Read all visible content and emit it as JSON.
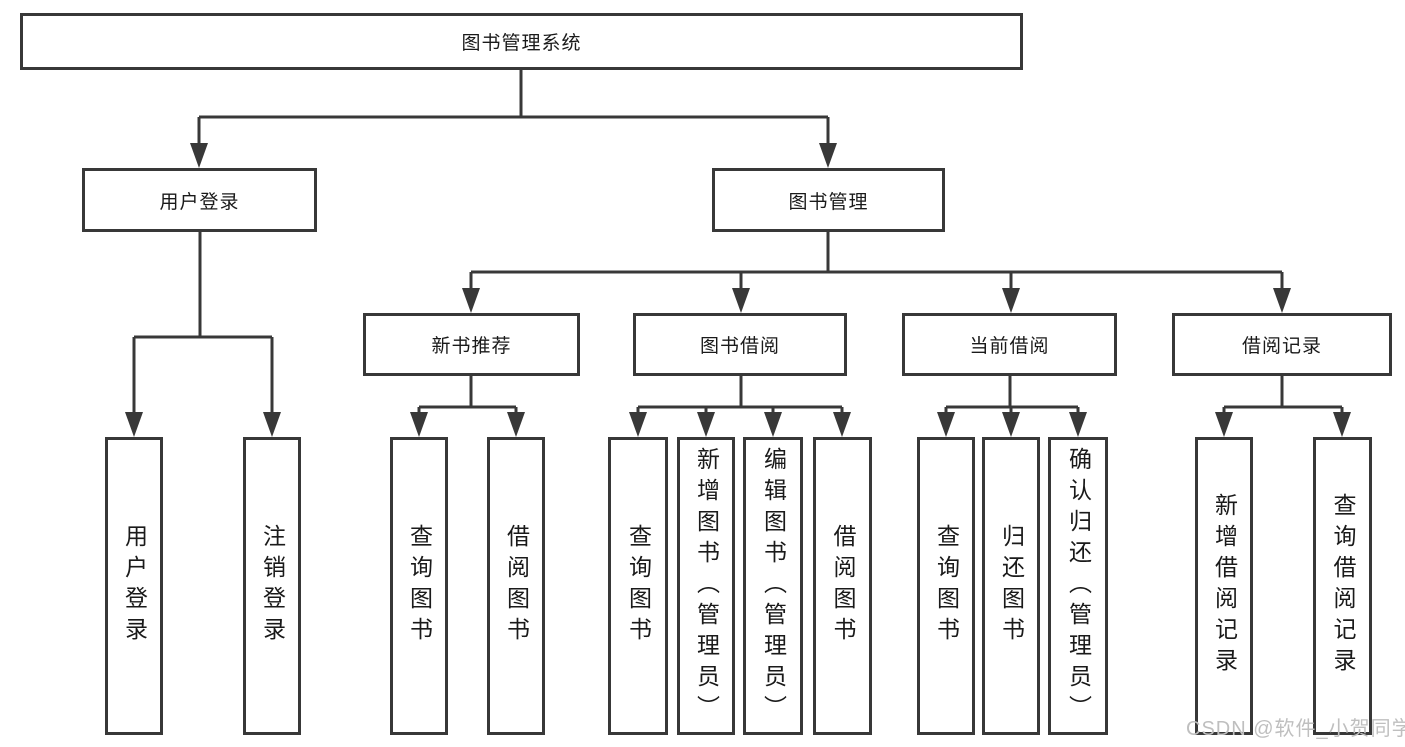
{
  "tree": {
    "root": "图书管理系统",
    "children": [
      {
        "label": "用户登录",
        "children": [
          "用户登录",
          "注销登录"
        ]
      },
      {
        "label": "图书管理",
        "children": [
          {
            "label": "新书推荐",
            "children": [
              "查询图书",
              "借阅图书"
            ]
          },
          {
            "label": "图书借阅",
            "children": [
              "查询图书",
              "新增图书（管理员）",
              "编辑图书（管理员）",
              "借阅图书"
            ]
          },
          {
            "label": "当前借阅",
            "children": [
              "查询图书",
              "归还图书",
              "确认归还（管理员）"
            ]
          },
          {
            "label": "借阅记录",
            "children": [
              "新增借阅记录",
              "查询借阅记录"
            ]
          }
        ]
      }
    ]
  },
  "watermark": "CSDN @软件_小贺同学",
  "colors": {
    "line": "#383838",
    "text": "#1a1a1a",
    "watermark": "#bfbfbf",
    "background": "#ffffff"
  }
}
